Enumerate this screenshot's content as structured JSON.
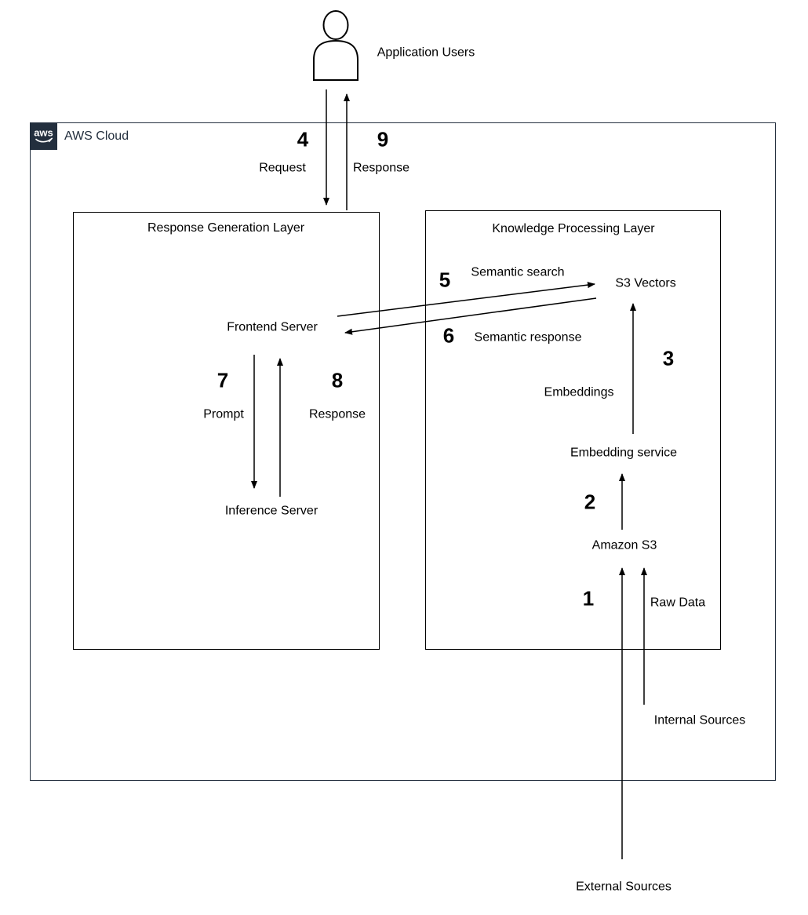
{
  "colors": {
    "aws_dark": "#232F3E",
    "line": "#000000",
    "background": "#ffffff"
  },
  "user": {
    "label": "Application Users"
  },
  "aws_cloud": {
    "label": "AWS Cloud",
    "logo_text": "aws"
  },
  "layers": {
    "response_generation": "Response Generation Layer",
    "knowledge_processing": "Knowledge Processing Layer"
  },
  "nodes": {
    "frontend_server": "Frontend Server",
    "inference_server": "Inference Server",
    "s3_vectors": "S3 Vectors",
    "embedding_service": "Embedding service",
    "amazon_s3": "Amazon S3",
    "internal_sources": "Internal Sources",
    "external_sources": "External Sources"
  },
  "step_numbers": {
    "n1": "1",
    "n2": "2",
    "n3": "3",
    "n4": "4",
    "n5": "5",
    "n6": "6",
    "n7": "7",
    "n8": "8",
    "n9": "9"
  },
  "edge_labels": {
    "request": "Request",
    "user_response": "Response",
    "semantic_search": "Semantic search",
    "semantic_response": "Semantic response",
    "prompt": "Prompt",
    "inference_response": "Response",
    "embeddings": "Embeddings",
    "raw_data": "Raw Data"
  }
}
